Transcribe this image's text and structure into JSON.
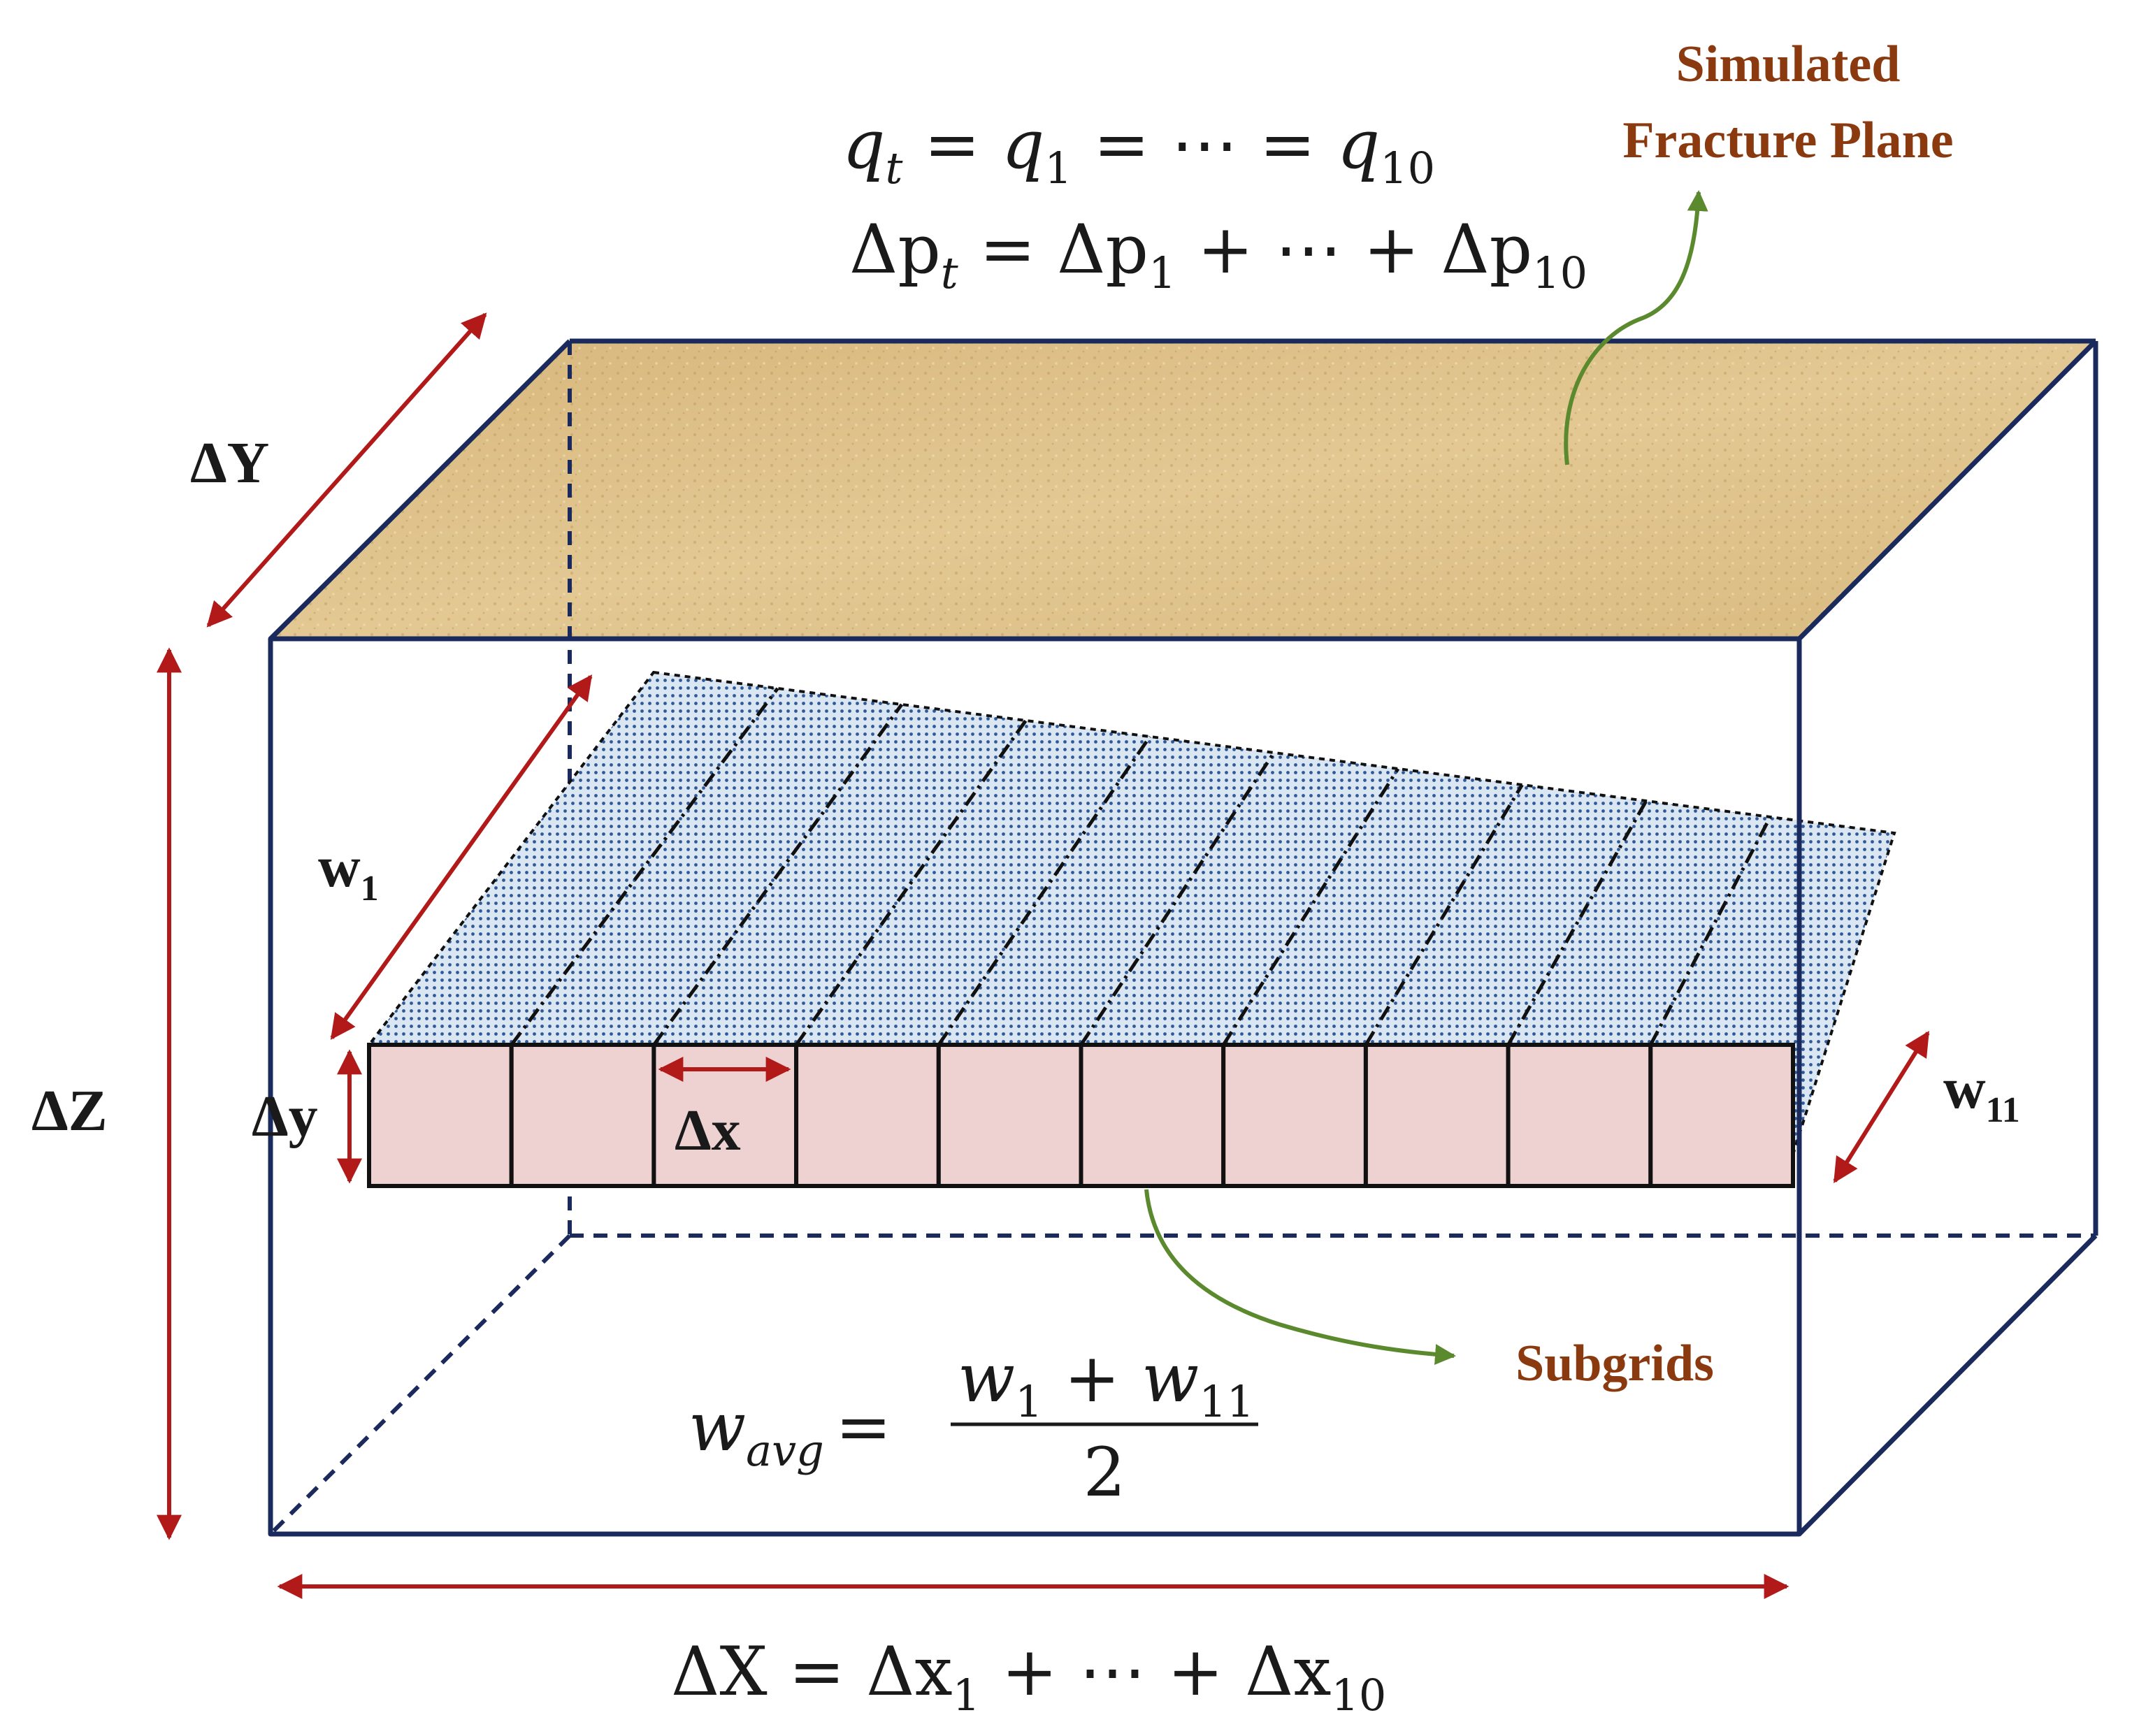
{
  "equations": {
    "flow": {
      "base": "q",
      "s1": "t",
      "eq1": " = ",
      "b2": "q",
      "s2": "1",
      "mid": " = ⋯ = ",
      "b3": "q",
      "s3": "10"
    },
    "pressure": {
      "base": "Δp",
      "s1": "t",
      "eq1": " = ",
      "b2": "Δp",
      "s2": "1",
      "mid": " + ⋯ + ",
      "b3": "Δp",
      "s3": "10"
    },
    "avg_width": {
      "lhs": "w",
      "lhs_sub": "avg",
      "eq": "=",
      "num_a": "w",
      "num_a_sub": "1",
      "plus": " + ",
      "num_b": "w",
      "num_b_sub": "11",
      "den": "2"
    },
    "length": {
      "base": "ΔX",
      "eq1": " = ",
      "b2": "Δx",
      "s2": "1",
      "mid": " + ⋯ + ",
      "b3": "Δx",
      "s3": "10"
    }
  },
  "labels": {
    "simulated_1": "Simulated",
    "simulated_2": "Fracture Plane",
    "subgrids": "Subgrids",
    "dY": "ΔY",
    "dZ": "ΔZ",
    "dy": "Δy",
    "dx": "Δx",
    "w1": "w",
    "w1_sub": "1",
    "w11": "w",
    "w11_sub": "11"
  },
  "subgrid_count": 10,
  "colors": {
    "box_edge": "#1b2a5c",
    "dimension_arrow": "#b21a1a",
    "callout_arrow": "#5b8a2e",
    "label_text": "#8b3a10",
    "top_face": "#dcc08a",
    "subgrid_fill": "#eed2d2",
    "fracture_dots": "#2f5a9a"
  }
}
